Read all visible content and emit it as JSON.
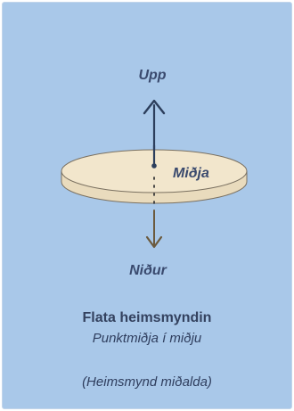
{
  "labels": {
    "up": "Upp",
    "center": "Miðja",
    "down": "Niður"
  },
  "caption": {
    "title": "Flata heimsmyndin",
    "subtitle": "Punktmiðja í miðju",
    "note": "(Heimsmynd miðalda)"
  },
  "colors": {
    "background": "#a9c8e9",
    "disc_fill": "#f2e6cc",
    "up_arrow": "#2c3e5c",
    "down_arrow": "#6b5a3e",
    "label_text": "#3a4a6e"
  }
}
